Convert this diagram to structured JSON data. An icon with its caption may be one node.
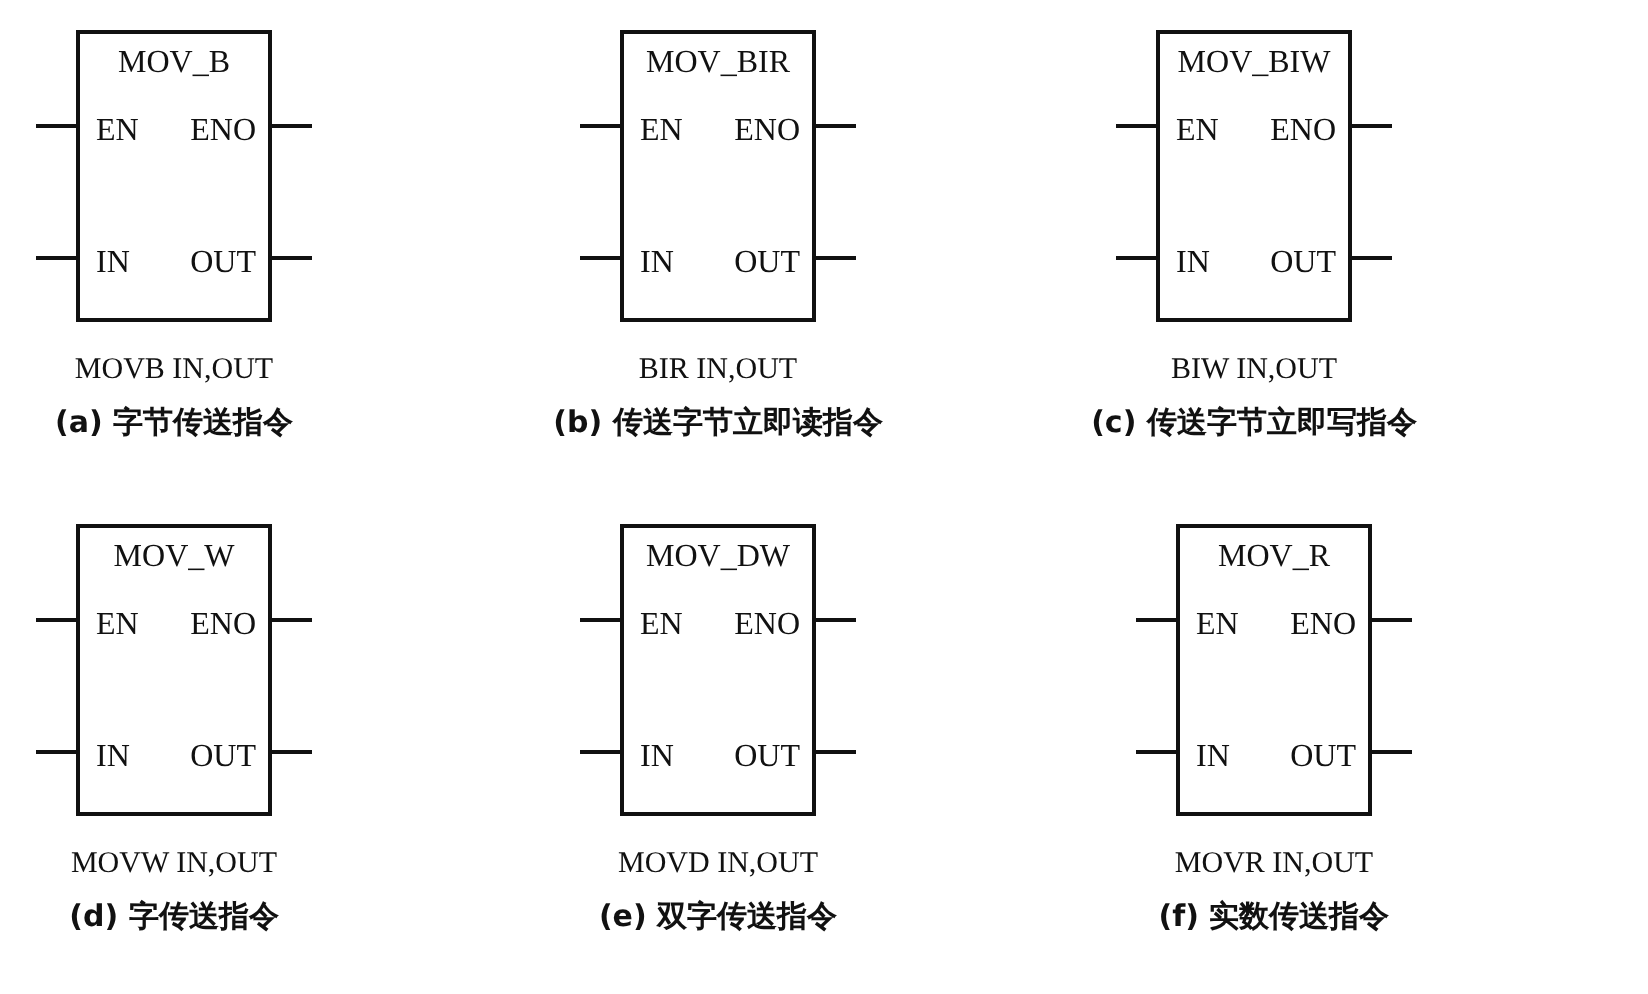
{
  "diagram": {
    "nodes": [
      {
        "text": [
          "MOV_B",
          "EN",
          "ENO",
          "IN",
          "OUT"
        ],
        "beside": [
          "MOVB IN,OUT",
          "(a) 字节传送指令"
        ]
      },
      {
        "text": [
          "MOV_BIR",
          "EN",
          "ENO",
          "IN",
          "OUT"
        ],
        "beside": [
          "BIR IN,OUT",
          "(b) 传送字节立即读指令"
        ]
      },
      {
        "text": [
          "MOV_BIW",
          "EN",
          "ENO",
          "IN",
          "OUT"
        ],
        "beside": [
          "BIW IN,OUT",
          "(c) 传送字节立即写指令"
        ]
      },
      {
        "text": [
          "MOV_W",
          "EN",
          "ENO",
          "IN",
          "OUT"
        ],
        "beside": [
          "MOVW IN,OUT",
          "(d) 字传送指令"
        ]
      },
      {
        "text": [
          "MOV_DW",
          "EN",
          "ENO",
          "IN",
          "OUT"
        ],
        "beside": [
          "MOVD IN,OUT",
          "(e) 双字传送指令"
        ]
      },
      {
        "text": [
          "MOV_R",
          "EN",
          "ENO",
          "IN",
          "OUT"
        ],
        "beside": [
          "MOVR IN,OUT",
          "(f) 实数传送指令"
        ]
      }
    ]
  }
}
